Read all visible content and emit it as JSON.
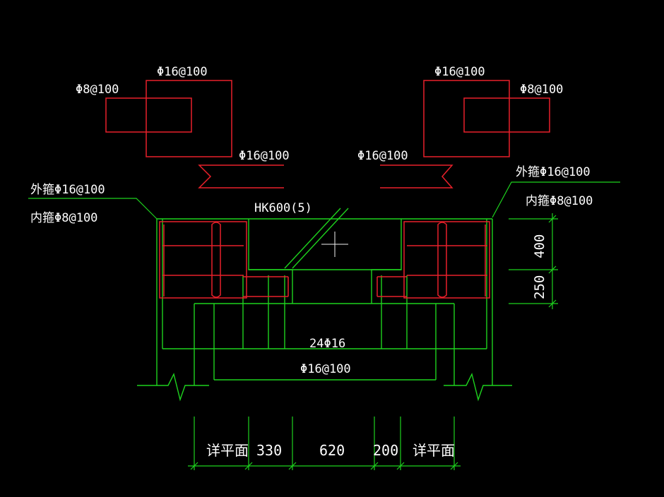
{
  "colors": {
    "background": "#000000",
    "rebar_red": "#e8202a",
    "structure_green": "#1ed21e",
    "text_white": "#ffffff",
    "crosshair": "#f2f2f2"
  },
  "labels": {
    "top_left_phi16": "Φ16@100",
    "top_left_phi8": "Φ8@100",
    "top_right_phi16": "Φ16@100",
    "top_right_phi8": "Φ8@100",
    "mid_left_phi16": "Φ16@100",
    "mid_right_phi16": "Φ16@100",
    "left_outer_stirrup": "外箍Φ16@100",
    "left_inner_stirrup": "内箍Φ8@100",
    "right_outer_stirrup": "外箍Φ16@100",
    "right_inner_stirrup": "内箍Φ8@100",
    "beam_name": "HK600(5)",
    "main_bars": "24Φ16",
    "bottom_bars": "Φ16@100"
  },
  "dimensions": {
    "vertical": [
      "400",
      "250"
    ],
    "horizontal": [
      "详平面",
      "330",
      "620",
      "200",
      "详平面"
    ]
  }
}
